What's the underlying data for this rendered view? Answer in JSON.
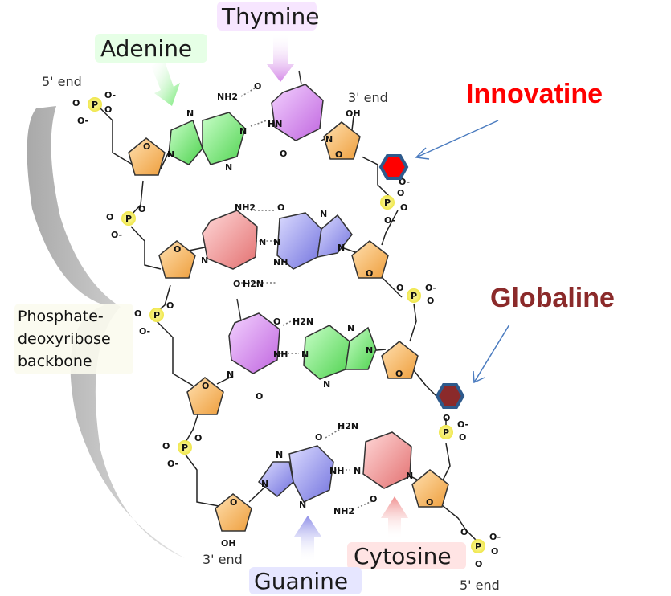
{
  "labels": {
    "adenine": "Adenine",
    "thymine": "Thymine",
    "guanine": "Guanine",
    "cytosine": "Cytosine",
    "innovatine": "Innovatine",
    "globaline": "Globaline"
  },
  "ends": {
    "top_left": "5' end",
    "top_right": "3' end",
    "bottom_left": "3' end",
    "bottom_right": "5' end"
  },
  "backbone": {
    "line1": "Phosphate-",
    "line2": "deoxyribose",
    "line3": "backbone"
  },
  "atoms": {
    "n": "N",
    "nh": "NH",
    "hn": "HN",
    "nh2": "NH2",
    "h2n": "H2N",
    "o": "O",
    "oh": "OH",
    "p": "P",
    "o_minus": "O-"
  },
  "colors": {
    "adenine": "#6ee86e",
    "thymine": "#d58ae8",
    "guanine": "#8f8fe8",
    "cytosine": "#f08f8f",
    "sugar": "#f0b060",
    "phosphate": "#f3ef60",
    "innovatine": "#ff0000",
    "globaline": "#8b2a2a",
    "marker_border": "#2e5a8c"
  }
}
